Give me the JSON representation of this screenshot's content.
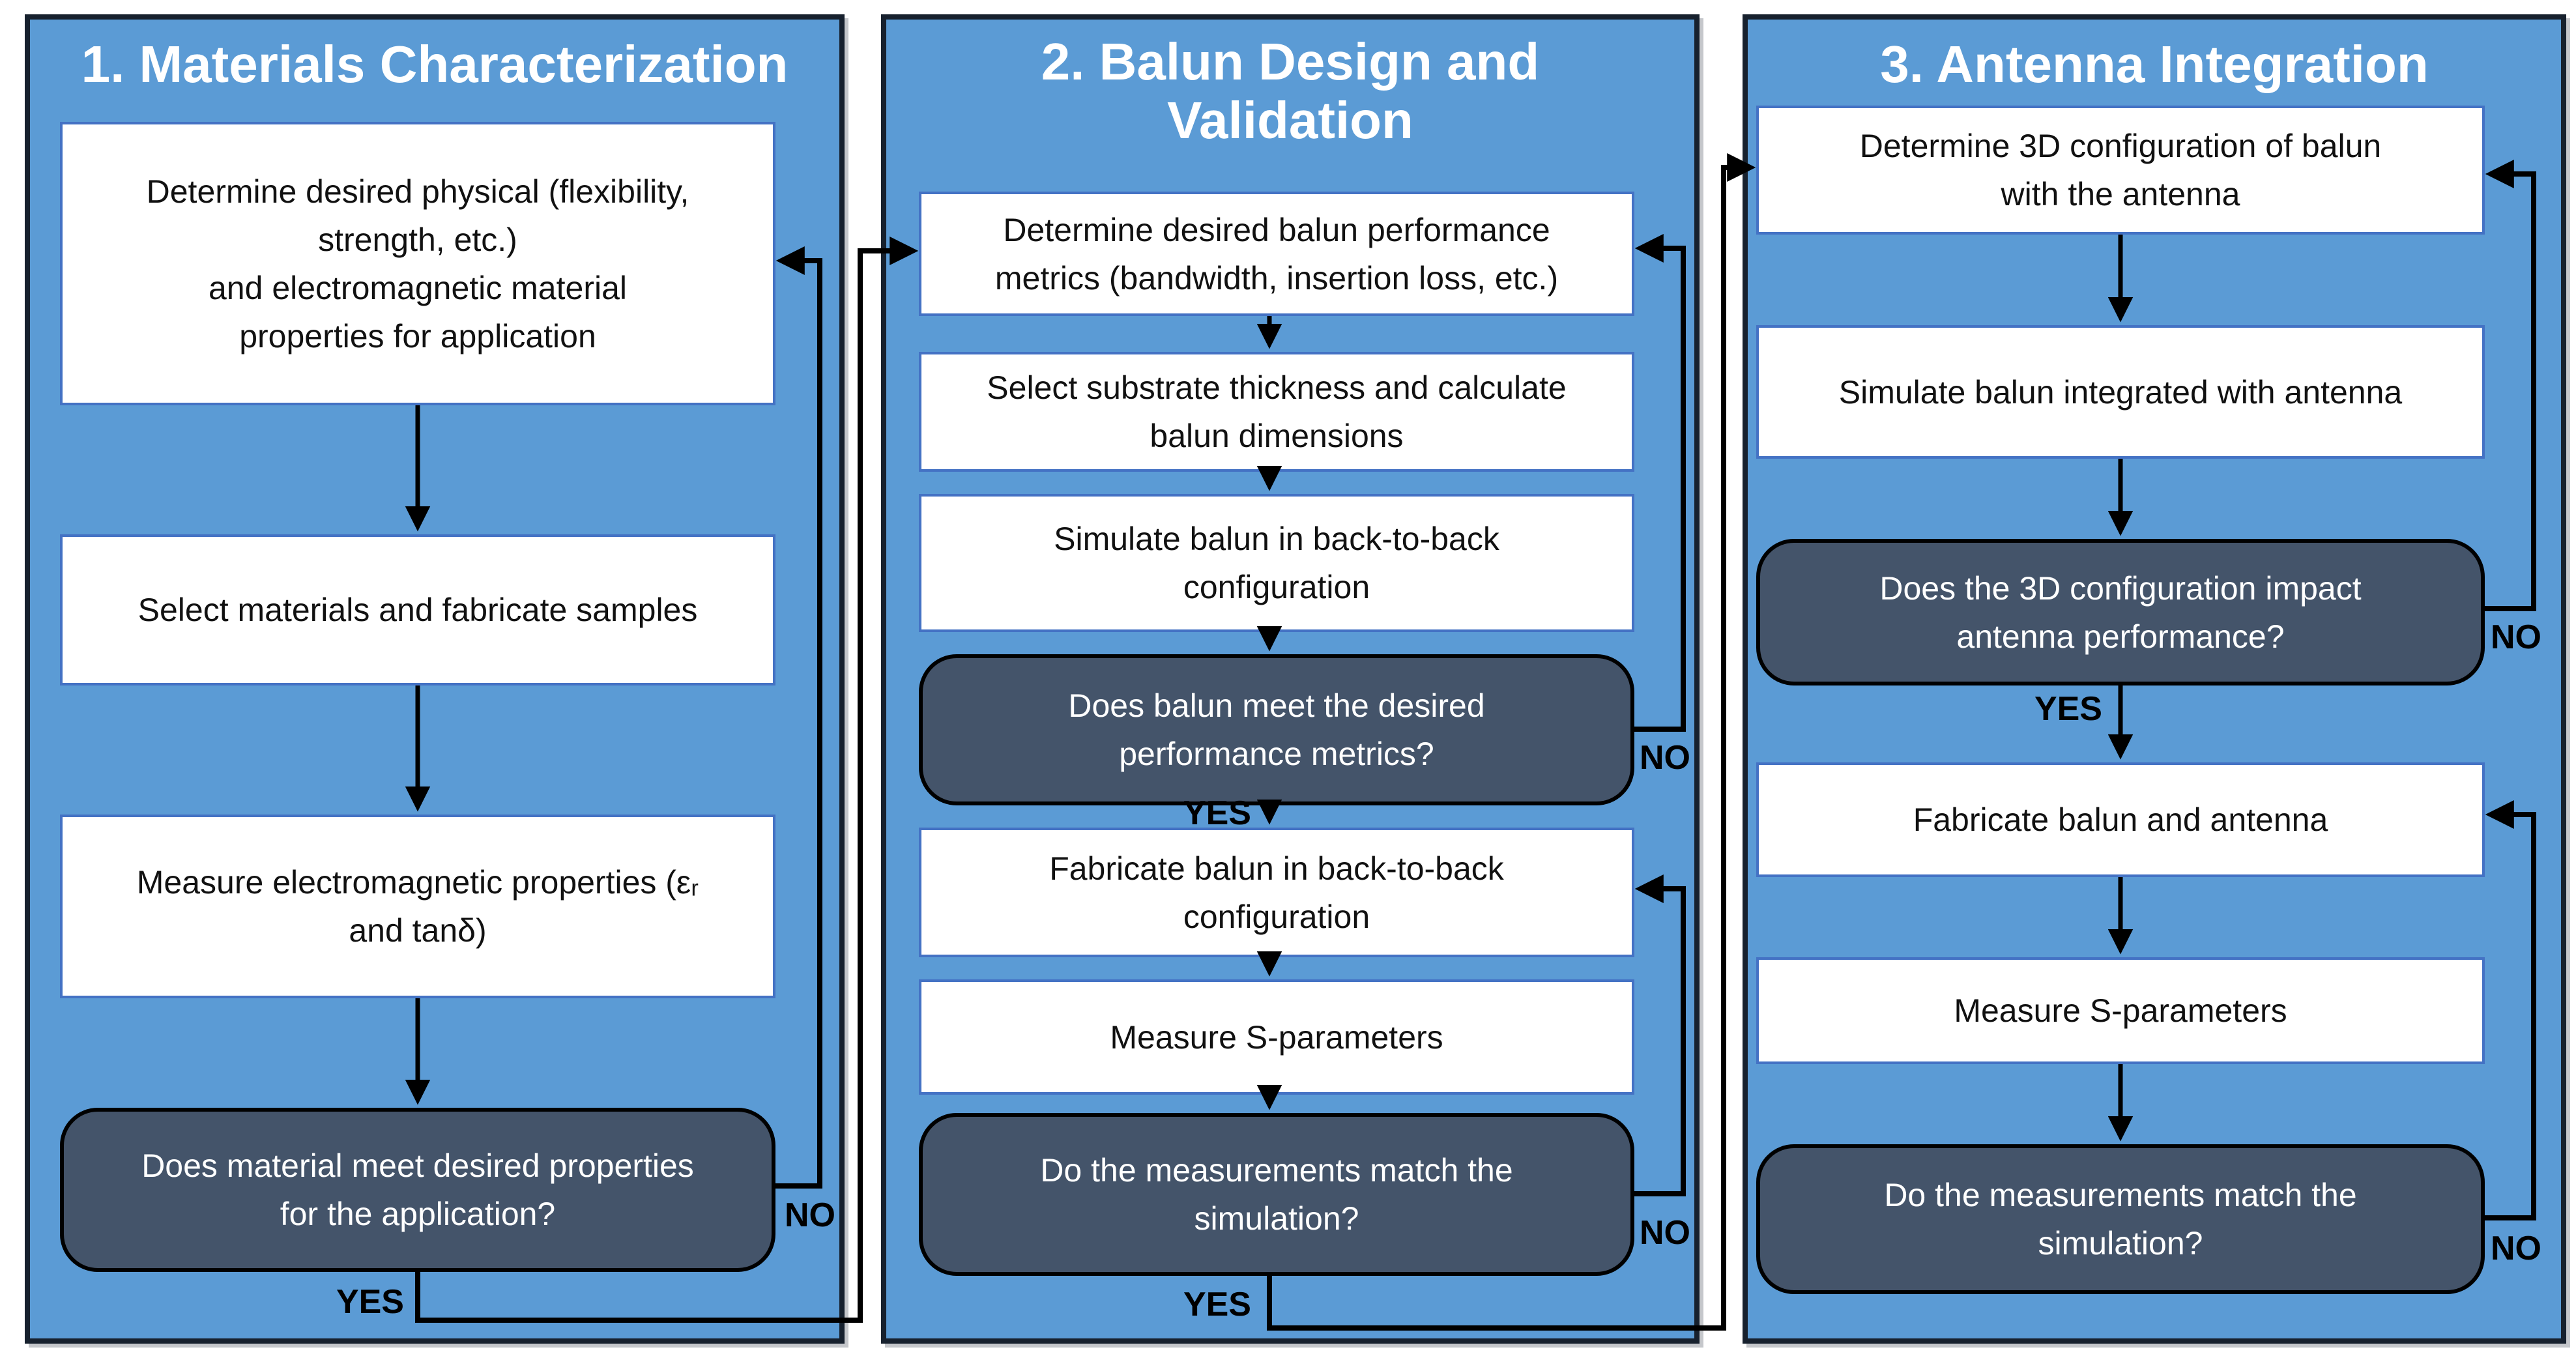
{
  "labels": {
    "yes": "YES",
    "no": "NO"
  },
  "colors": {
    "panel_fill": "#5B9BD5",
    "panel_border": "#17212E",
    "step_fill": "#FFFFFF",
    "step_border": "#4472C4",
    "decision_fill": "#44546A",
    "decision_border": "#000000",
    "connector": "#000000",
    "title_color": "#FFFFFF"
  },
  "col1": {
    "title": "1. Materials Characterization",
    "box_a": "Determine desired physical (flexibility,\nstrength, etc.)\nand electromagnetic material\nproperties for application",
    "box_b": "Select materials and fabricate samples",
    "box_c": "Measure electromagnetic properties (εᵣ\nand tanδ)",
    "decision_d": "Does material meet desired properties\nfor the application?"
  },
  "col2": {
    "title": "2. Balun Design and\nValidation",
    "box_a": "Determine desired balun performance\nmetrics (bandwidth, insertion loss, etc.)",
    "box_b": "Select substrate thickness and calculate\nbalun dimensions",
    "box_c": "Simulate balun in back-to-back\nconfiguration",
    "decision_d": "Does balun meet the desired\nperformance metrics?",
    "box_e": "Fabricate balun in back-to-back\nconfiguration",
    "box_f": "Measure S-parameters",
    "decision_g": "Do the measurements match the\nsimulation?"
  },
  "col3": {
    "title": "3. Antenna Integration",
    "box_a": "Determine 3D configuration of balun\nwith the antenna",
    "box_b": "Simulate balun integrated with antenna",
    "decision_c": "Does the 3D configuration impact\nantenna performance?",
    "box_d": "Fabricate balun and antenna",
    "box_e": "Measure S-parameters",
    "decision_f": "Do the measurements match the\nsimulation?"
  }
}
